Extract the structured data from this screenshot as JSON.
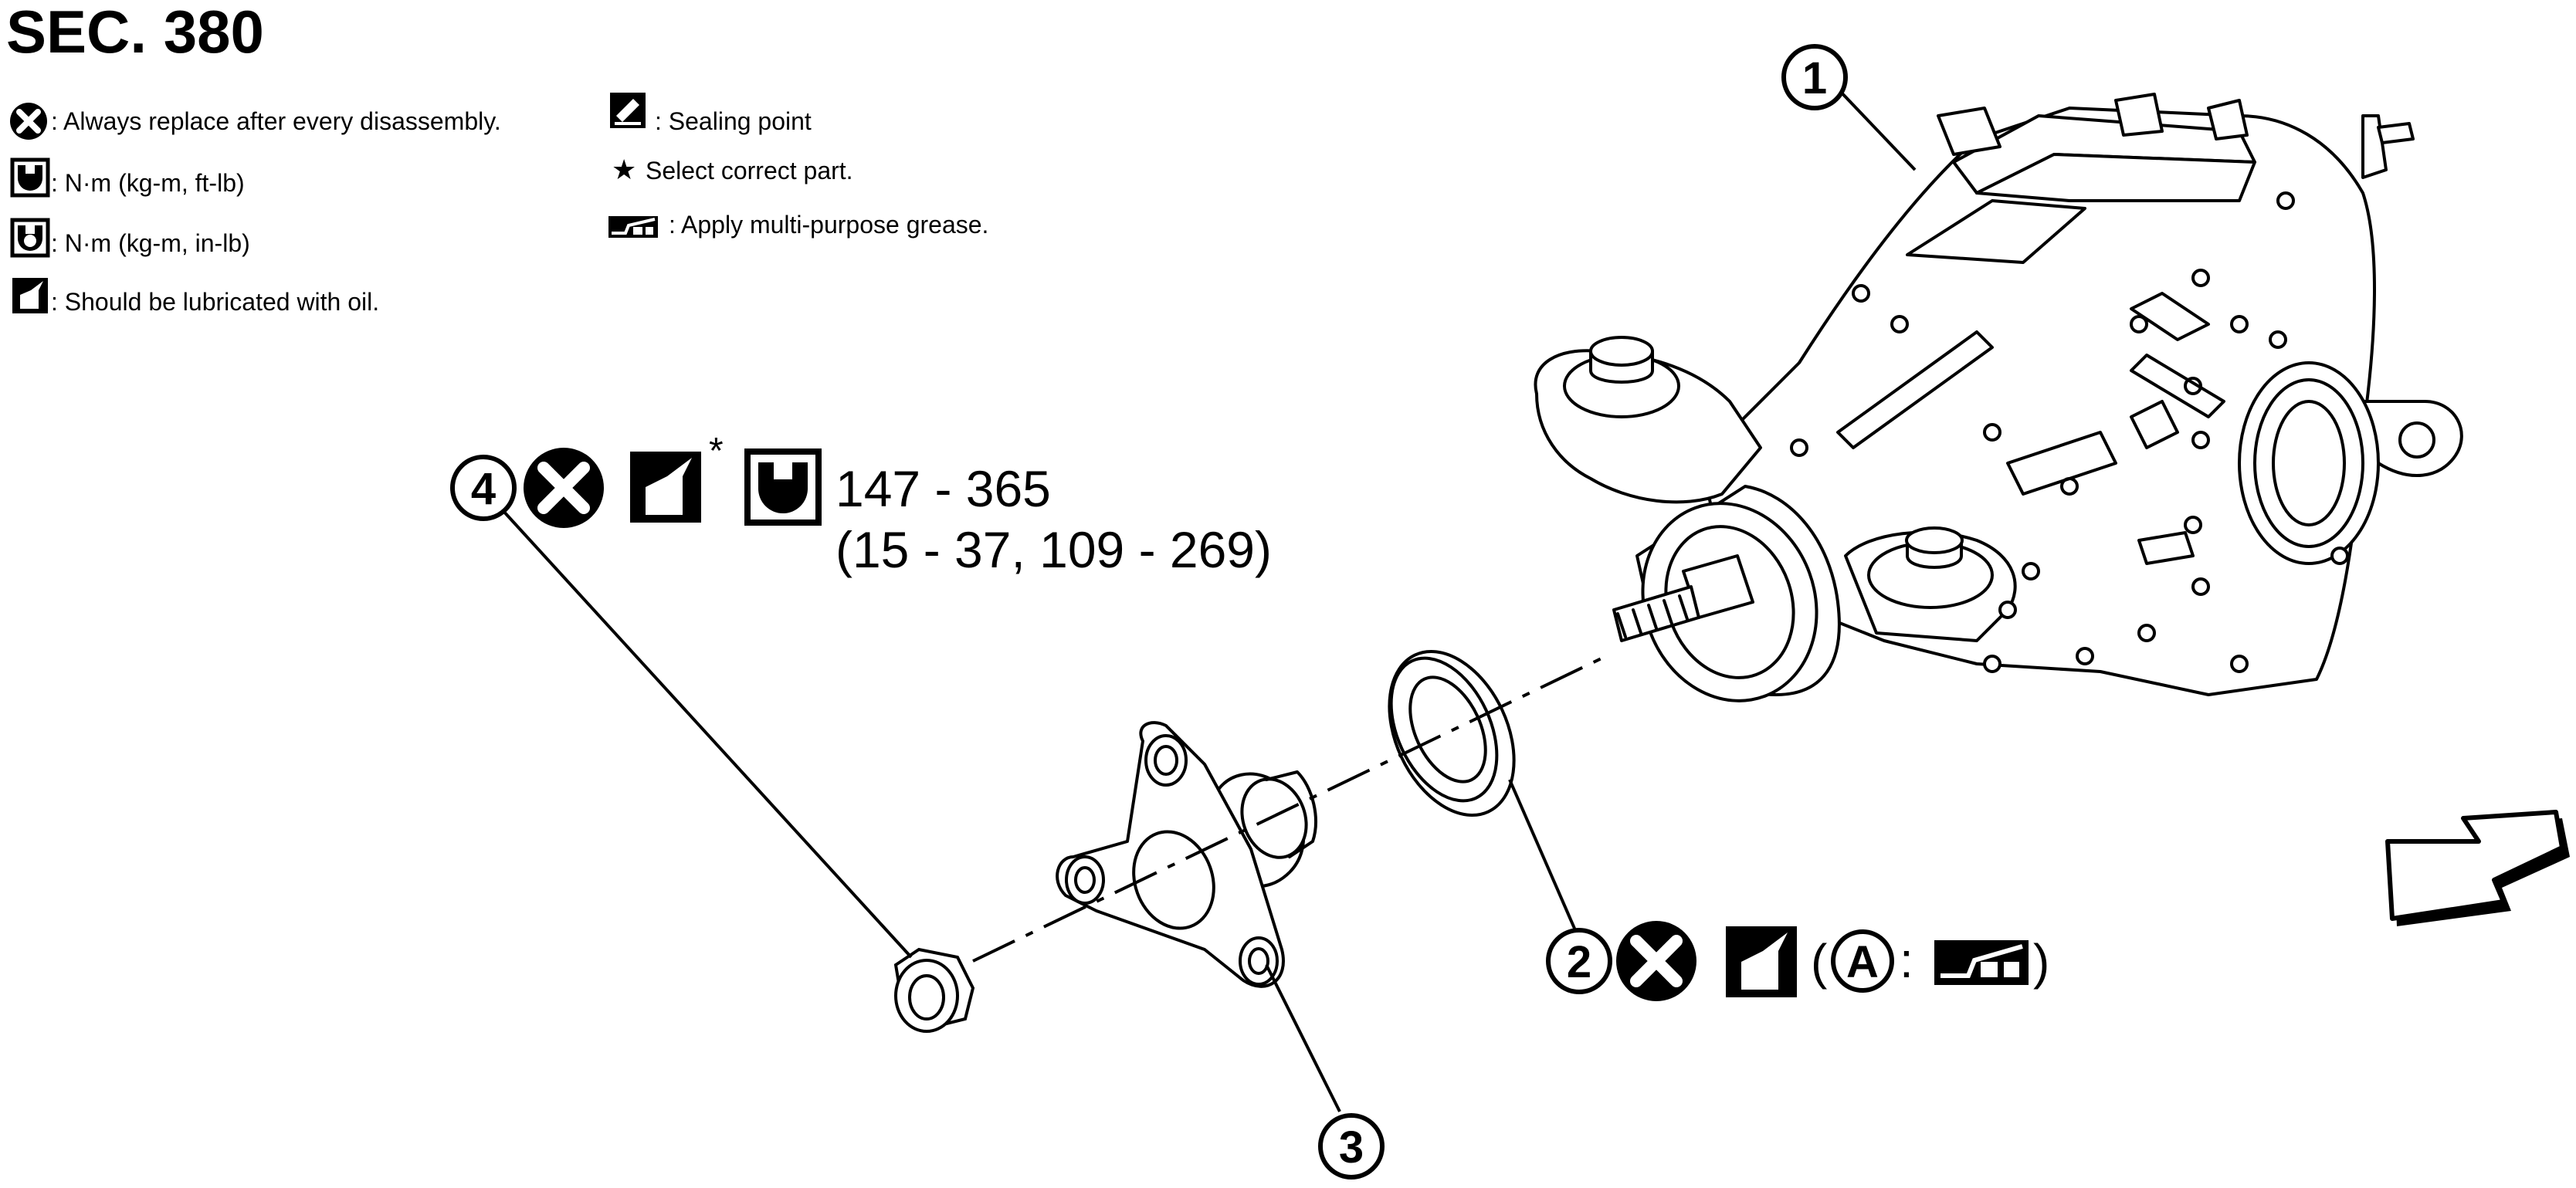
{
  "title": "SEC. 380",
  "legend": {
    "replace": ": Always replace after every disassembly.",
    "torque_ft": ": N·m (kg-m, ft-lb)",
    "torque_in": ": N·m (kg-m, in-lb)",
    "lubricate": ": Should be lubricated with oil.",
    "sealing": ": Sealing point",
    "select_star": "★",
    "select": "Select correct part.",
    "grease": ": Apply multi-purpose grease."
  },
  "callouts": {
    "c1": "1",
    "c2": "2",
    "c3": "3",
    "c4": "4"
  },
  "part4": {
    "star": "*",
    "torque_primary": "147 - 365",
    "torque_secondary": "(15 - 37, 109 - 269)"
  },
  "part2": {
    "open_paren": "(",
    "ref": "A",
    "colon": ":",
    "close_paren": ")"
  }
}
